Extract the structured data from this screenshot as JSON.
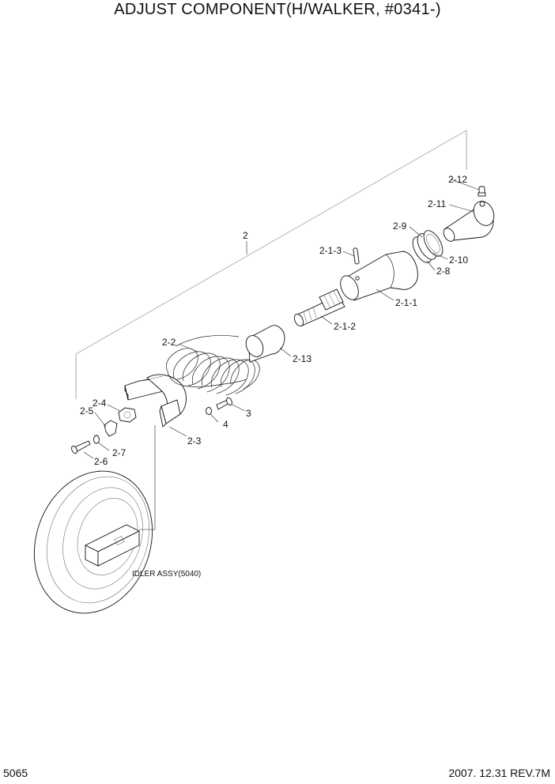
{
  "title": "ADJUST COMPONENT(H/WALKER, #0341-)",
  "page_number": "5065",
  "revision": "2007. 12.31  REV.7M",
  "callouts": {
    "c2": "2",
    "c2_1_1": "2-1-1",
    "c2_1_2": "2-1-2",
    "c2_1_3": "2-1-3",
    "c2_2": "2-2",
    "c2_3": "2-3",
    "c2_4": "2-4",
    "c2_5": "2-5",
    "c2_6": "2-6",
    "c2_7": "2-7",
    "c2_8": "2-8",
    "c2_9": "2-9",
    "c2_10": "2-10",
    "c2_11": "2-11",
    "c2_12": "2-12",
    "c2_13": "2-13",
    "c3": "3",
    "c4": "4"
  },
  "idler_note": "IDLER ASSY(5040)"
}
